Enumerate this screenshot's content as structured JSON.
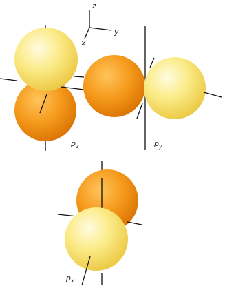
{
  "axes_legend": {
    "z": "z",
    "y": "y",
    "x": "x"
  },
  "orbitals": [
    {
      "id": "pz",
      "symbol": "p",
      "subscript": "z"
    },
    {
      "id": "py",
      "symbol": "p",
      "subscript": "y"
    },
    {
      "id": "px",
      "symbol": "p",
      "subscript": "x"
    }
  ],
  "colors": {
    "positive_lobe": "#f7e36a",
    "negative_lobe": "#f39a1a",
    "axis": "#111111",
    "background": "#ffffff"
  }
}
